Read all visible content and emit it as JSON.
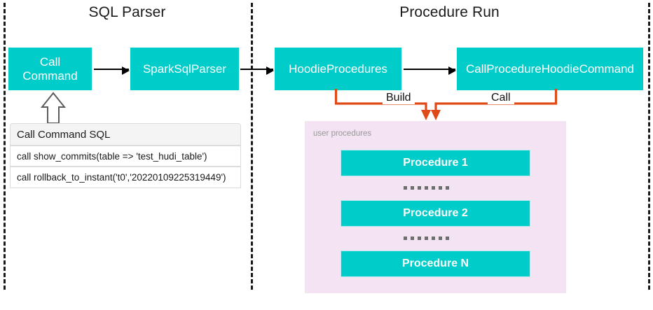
{
  "diagram": {
    "sections": [
      {
        "title": "SQL Parser"
      },
      {
        "title": "Procedure Run"
      }
    ],
    "nodes": {
      "call_command": "Call\nCommand",
      "call_command_line1": "Call",
      "call_command_line2": "Command",
      "spark_sql_parser": "SparkSqlParser",
      "hoodie_procedures": "HoodieProcedures",
      "call_procedure_hoodie_command": "CallProcedureHoodieCommand"
    },
    "sql_card": {
      "header": "Call Command SQL",
      "rows": [
        "call show_commits(table => 'test_hudi_table')",
        "call rollback_to_instant('t0','20220109225319449')"
      ]
    },
    "connectors": {
      "build_label": "Build",
      "call_label": "Call"
    },
    "user_procedures": {
      "panel_label": "user procedures",
      "items": [
        "Procedure 1",
        "Procedure 2",
        "Procedure N"
      ],
      "ellipsis_dots": 7
    },
    "colors": {
      "teal": "#00ccca",
      "orange": "#e04a18",
      "pink_panel": "#f3e3f3",
      "divider": "#1a1a1a",
      "arrow_black": "#000000",
      "muted_text": "#999999"
    }
  }
}
